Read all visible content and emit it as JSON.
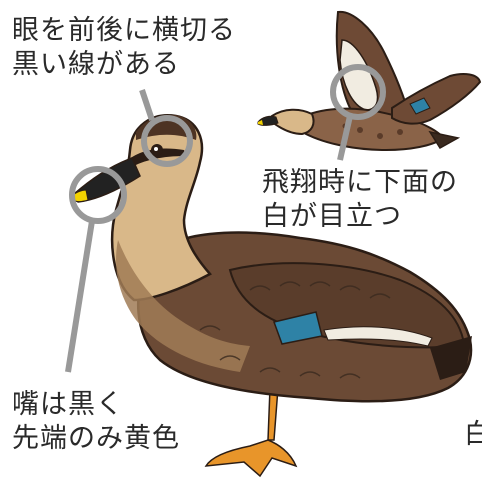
{
  "annotations": {
    "eye_stripe": {
      "line1": "眼を前後に横切る",
      "line2": "黒い線がある"
    },
    "flight_underside": {
      "line1": "飛翔時に下面の",
      "line2": "白が目立つ"
    },
    "bill": {
      "line1": "嘴は黒く",
      "line2": "先端のみ黄色"
    },
    "cut_off_edge": "白"
  },
  "colors": {
    "callout_circle": "#999999",
    "body_brown": "#6b4a35",
    "neck_buff": "#d9b889",
    "bill_black": "#222222",
    "bill_tip_yellow": "#f2d200",
    "speculum_blue": "#2e82a6",
    "leg_orange": "#e8952a",
    "outline": "#2b1d15"
  }
}
